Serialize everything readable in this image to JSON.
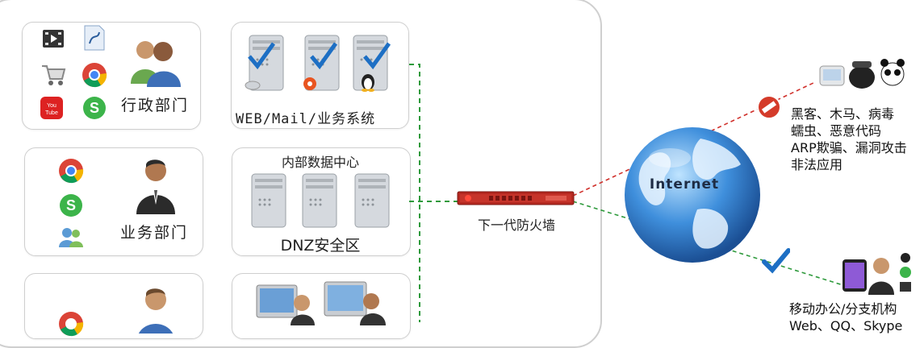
{
  "departments": {
    "admin": {
      "label": "行政部门"
    },
    "business": {
      "label": "业务部门"
    }
  },
  "servers": {
    "web": {
      "label": "WEB/Mail/业务系统"
    },
    "datacenter": {
      "title": "内部数据中心",
      "zone": "DNZ安全区"
    }
  },
  "firewall": {
    "label": "下一代防火墙"
  },
  "internet": {
    "label": "Internet"
  },
  "threats": {
    "lines": [
      "黑客、木马、病毒",
      "蠕虫、恶意代码",
      "ARP欺骗、漏洞攻击",
      "非法应用"
    ]
  },
  "remote": {
    "lines": [
      "移动办公/分支机构",
      "Web、QQ、Skype"
    ]
  },
  "icons": {
    "video": "video-icon",
    "document": "document-icon",
    "cart": "shopping-cart-icon",
    "chrome": "chrome-icon",
    "youtube": "youtube-icon",
    "skype": "skype-icon",
    "users": "user-group-icon",
    "person": "person-icon",
    "server": "server-icon",
    "imac": "imac-icon",
    "check": "checkmark-icon",
    "block": "no-entry-icon",
    "globe": "globe-icon",
    "firewall": "firewall-device-icon"
  },
  "colors": {
    "lan_link": "#2e9a3c",
    "threat_link": "#d0302b",
    "check": "#1d6fc4",
    "block": "#d43b2a",
    "globe": "#2a79c8"
  }
}
